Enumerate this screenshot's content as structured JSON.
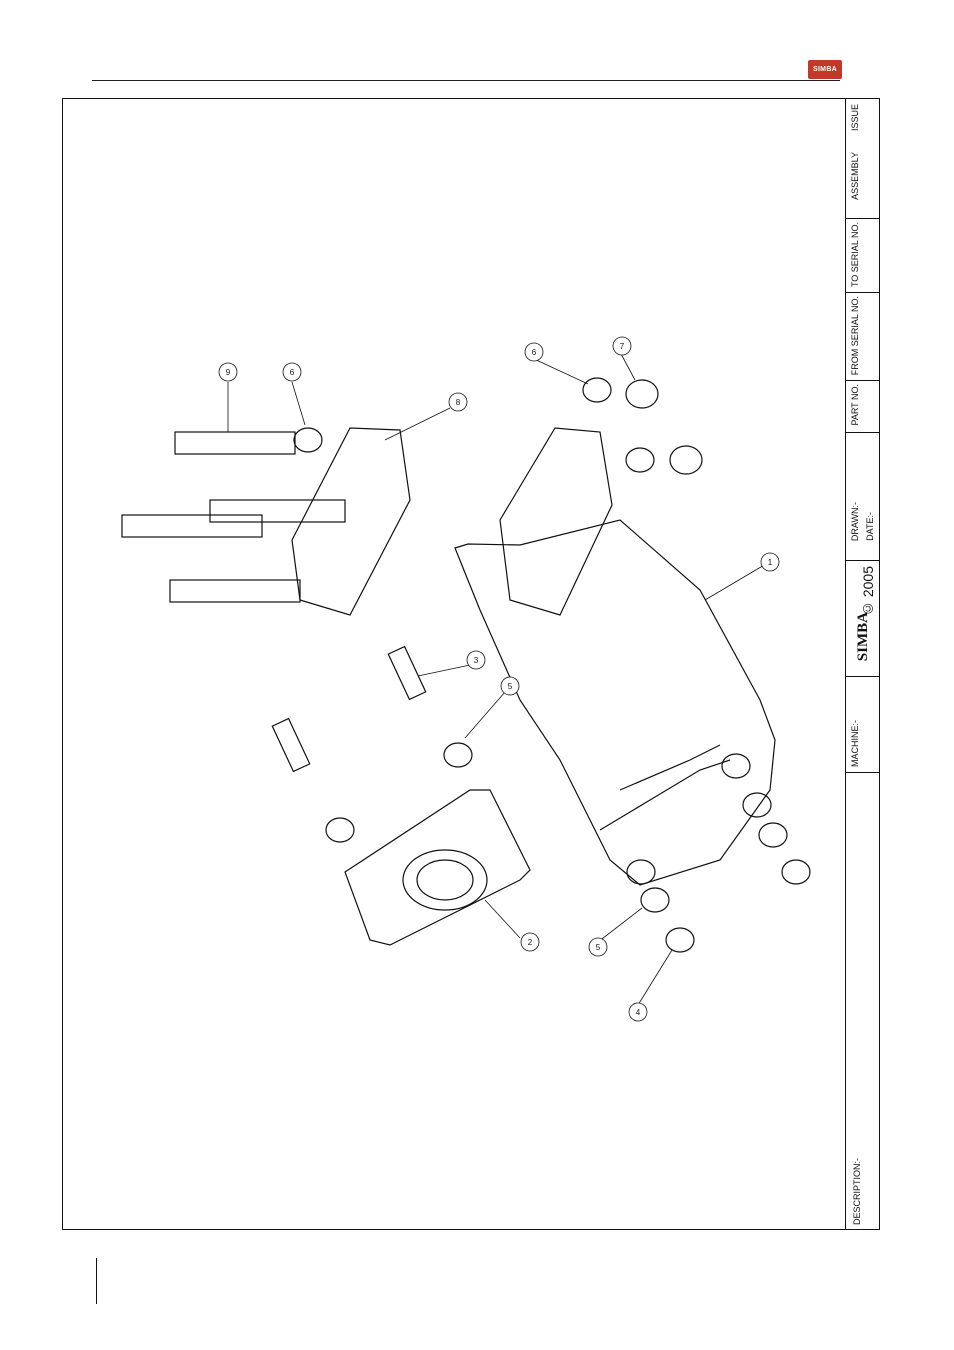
{
  "header": {
    "logo_text": "SIMBA"
  },
  "title_block": {
    "issue": "ISSUE",
    "assembly": "ASSEMBLY",
    "to_serial": "TO SERIAL NO.",
    "from_serial": "FROM SERIAL NO.",
    "part_no": "PART NO.",
    "drawn": "DRAWN:-",
    "date": "DATE:-",
    "copyright": "© 2005",
    "brand": "SIMBA",
    "machine": "MACHINE:-",
    "description": "DESCRIPTION:-"
  },
  "callouts": [
    "1",
    "2",
    "3",
    "4",
    "5",
    "5",
    "6",
    "6",
    "7",
    "8",
    "9"
  ]
}
